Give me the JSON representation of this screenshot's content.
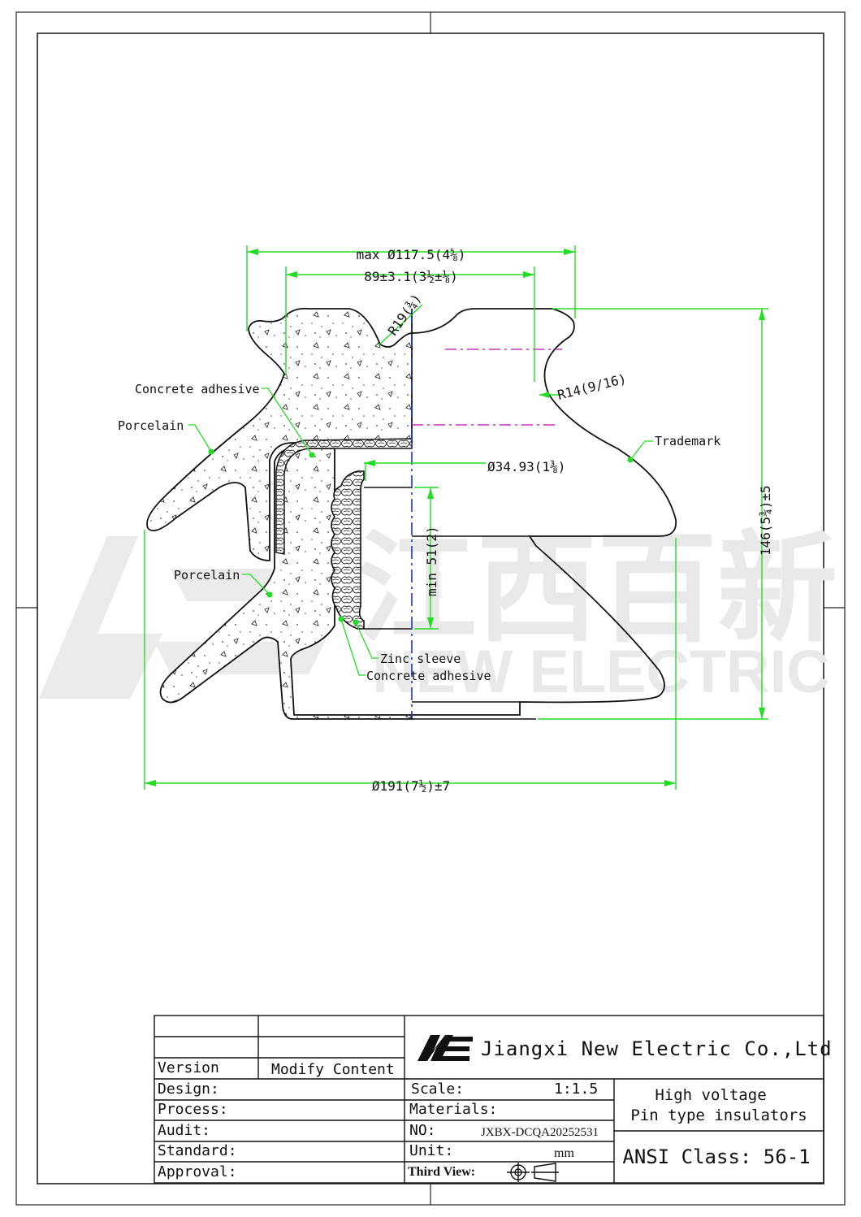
{
  "drawing": {
    "dimensions": {
      "max_diameter": "max Ø117.5(4⅝)",
      "skirt_spacing": "89±3.1(3½±⅛)",
      "radius_top": "R19(¾)",
      "radius_neck": "R14(9/16)",
      "thread_diameter": "Ø34.93(1⅜)",
      "thread_depth": "min 51(2)",
      "overall_height": "146(5¾)±5",
      "overall_diameter": "Ø191(7½)±7"
    },
    "callouts": {
      "concrete_adhesive_top": "Concrete adhesive",
      "porcelain_upper": "Porcelain",
      "porcelain_lower": "Porcelain",
      "trademark": "Trademark",
      "zinc_sleeve": "Zinc sleeve",
      "concrete_adhesive_bottom": "Concrete adhesive"
    },
    "watermark": {
      "cn": "江西百新",
      "en": "NEW ELECTRIC"
    }
  },
  "title_block": {
    "company": "Jiangxi New Electric Co.,Ltd",
    "version_label": "Version",
    "modify_label": "Modify Content",
    "design_label": "Design:",
    "process_label": "Process:",
    "audit_label": "Audit:",
    "standard_label": "Standard:",
    "approval_label": "Approval:",
    "scale_label": "Scale:",
    "scale_value": "1:1.5",
    "materials_label": "Materials:",
    "no_label": "NO:",
    "no_value": "JXBX-DCQA20252531",
    "unit_label": "Unit:",
    "unit_value": "mm",
    "third_view_label": "Third View:",
    "product_line1": "High voltage",
    "product_line2": "Pin type insulators",
    "class_label": "ANSI Class: 56-1"
  },
  "colors": {
    "dimension": "#22dd22",
    "centerline": "#2233cc",
    "hidden_line": "#cc33cc",
    "outline": "#111111",
    "watermark": "#e9e9e9"
  }
}
